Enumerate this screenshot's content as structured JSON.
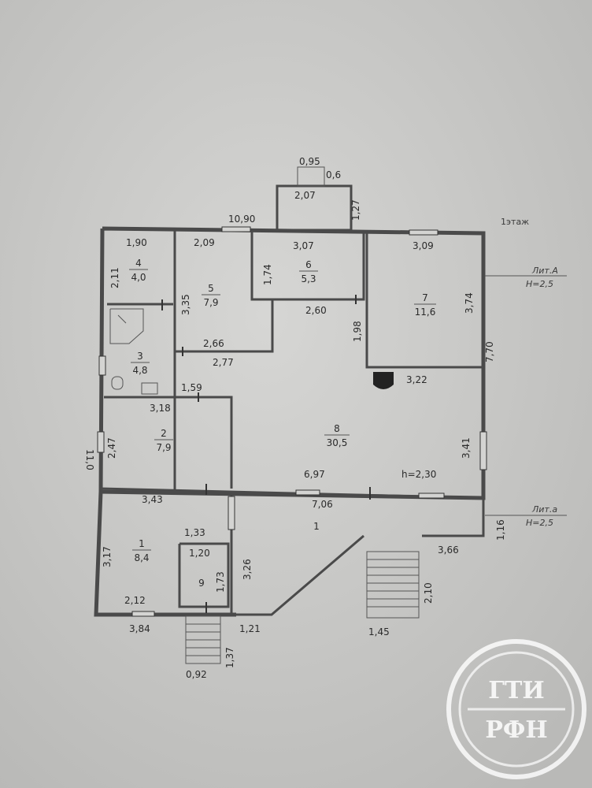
{
  "header": {
    "floor_label": "1этаж"
  },
  "dimensions": {
    "top_095": "0,95",
    "top_06": "0,6",
    "top_207": "2,07",
    "top_127": "1,27",
    "overall_width": "10,90",
    "overall_height": "11,0",
    "d_190": "1,90",
    "d_209": "2,09",
    "d_307": "3,07",
    "d_309": "3,09",
    "d_211": "2,11",
    "d_335": "3,35",
    "d_174": "1,74",
    "d_374": "3,74",
    "d_260": "2,60",
    "d_198": "1,98",
    "d_266": "2,66",
    "d_277": "2,77",
    "d_770": "7,70",
    "d_322": "3,22",
    "d_159": "1,59",
    "d_318": "3,18",
    "d_247": "2,47",
    "d_341": "3,41",
    "d_697": "6,97",
    "d_343": "3,43",
    "d_706": "7,06",
    "d_116": "1,16",
    "d_133": "1,33",
    "d_120": "1,20",
    "d_366": "3,66",
    "d_317": "3,17",
    "d_173": "1,73",
    "d_326": "3,26",
    "d_210": "2,10",
    "d_212": "2,12",
    "d_384": "3,84",
    "d_121": "1,21",
    "d_145": "1,45",
    "d_137": "1,37",
    "d_092": "0,92"
  },
  "rooms": {
    "r4": {
      "num": "4",
      "area": "4,0"
    },
    "r5": {
      "num": "5",
      "area": "7,9"
    },
    "r6": {
      "num": "6",
      "area": "5,3"
    },
    "r7": {
      "num": "7",
      "area": "11,6"
    },
    "r3": {
      "num": "3",
      "area": "4,8"
    },
    "r8": {
      "num": "8",
      "area": "30,5"
    },
    "r2": {
      "num": "2",
      "area": "7,9"
    },
    "r1": {
      "num": "1",
      "area": "8,4"
    },
    "r9": {
      "num": "9"
    },
    "veranda": {
      "num": "1"
    }
  },
  "notes": {
    "height_inside": "h=2,30",
    "lit_a_1": "Лит.А",
    "lit_a_2": "H=2,5",
    "lit_a2_1": "Лит.а",
    "lit_a2_2": "H=2,5"
  },
  "logo": {
    "top": "ГТИ",
    "bottom": "РФН"
  },
  "colors": {
    "paper": "#c9c9c7",
    "ink": "#2a2a2a",
    "wall": "#4a4a4a"
  }
}
